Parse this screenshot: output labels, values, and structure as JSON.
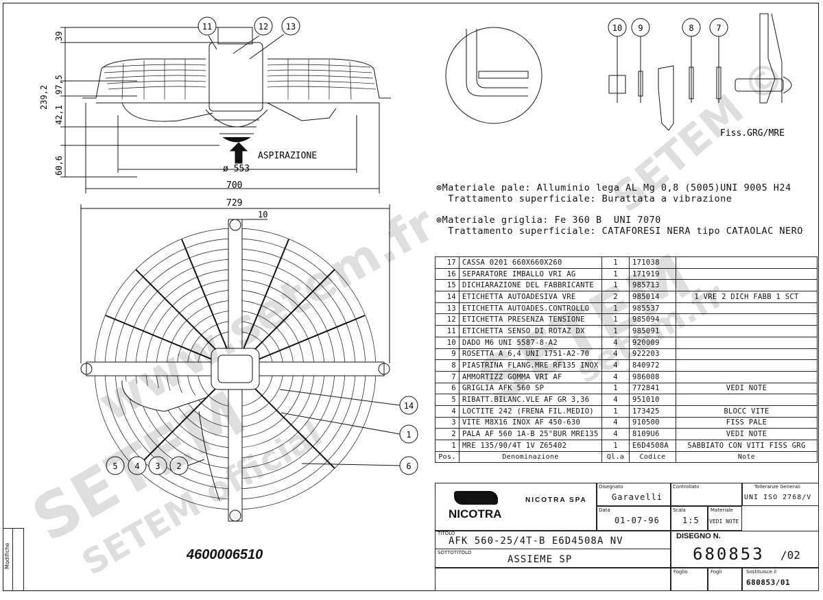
{
  "drawing": {
    "dims": {
      "d39": "39",
      "d239": "239,2",
      "d97": "97,5",
      "d42": "42,1",
      "d60": "60,6",
      "d553": "ø 553",
      "d700": "700",
      "d729": "729",
      "d10": "10"
    },
    "aspiration_label": "ASPIRAZIONE",
    "fixing_label": "Fiss.GRG/MRE",
    "balloons_top": [
      "11",
      "12",
      "13"
    ],
    "balloons_detail": [
      "10",
      "9",
      "8",
      "7"
    ],
    "balloons_front_left": [
      "5",
      "4",
      "3",
      "2"
    ],
    "balloons_front_right": [
      "14",
      "1",
      "6"
    ]
  },
  "notes": [
    "⊗Materiale pale: Alluminio lega AL Mg 0,8 (5005)UNI 9005 H24",
    "  Trattamento superficiale: Burattata a vibrazione",
    "⊗Materiale griglia: Fe 360 B  UNI 7070",
    "  Trattamento superficiale: CATAFORESI NERA tipo CATAOLAC NERO"
  ],
  "bom": {
    "header": {
      "pos": "Pos.",
      "den": "Denominazione",
      "qty": "Ql.a",
      "code": "Codice",
      "notes": "Note"
    },
    "rows": [
      {
        "pos": "17",
        "den": "CASSA 0201 660X660X260",
        "qty": "1",
        "code": "171038",
        "notes": ""
      },
      {
        "pos": "16",
        "den": "SEPARATORE IMBALLO VRI AG",
        "qty": "1",
        "code": "171919",
        "notes": ""
      },
      {
        "pos": "15",
        "den": "DICHIARAZIONE DEL FABBRICANTE",
        "qty": "1",
        "code": "985713",
        "notes": ""
      },
      {
        "pos": "14",
        "den": "ETICHETTA AUTOADESIVA VRE",
        "qty": "2",
        "code": "985014",
        "notes": "1 VRE 2 DICH FABB 1 SCT"
      },
      {
        "pos": "13",
        "den": "ETICHETTA AUTOADES.CONTROLLO",
        "qty": "1",
        "code": "985537",
        "notes": ""
      },
      {
        "pos": "12",
        "den": "ETICHETTA PRESENZA TENSIONE",
        "qty": "1",
        "code": "985094",
        "notes": ""
      },
      {
        "pos": "11",
        "den": "ETICHETTA SENSO DI ROTAZ DX",
        "qty": "1",
        "code": "985091",
        "notes": ""
      },
      {
        "pos": "10",
        "den": "DADO M6 UNI 5587-8-A2",
        "qty": "4",
        "code": "920009",
        "notes": ""
      },
      {
        "pos": "9",
        "den": "ROSETTA A 6,4 UNI 1751-A2-70",
        "qty": "4",
        "code": "922203",
        "notes": ""
      },
      {
        "pos": "8",
        "den": "PIASTRINA FLANG.MRE RF135 INOX",
        "qty": "4",
        "code": "840972",
        "notes": ""
      },
      {
        "pos": "7",
        "den": "AMMORTIZZ GOMMA VRI AF",
        "qty": "4",
        "code": "986008",
        "notes": ""
      },
      {
        "pos": "6",
        "den": "GRIGLIA AFK 560 SP",
        "qty": "1",
        "code": "772841",
        "notes": "VEDI NOTE"
      },
      {
        "pos": "5",
        "den": "RIBATT.BILANC.VLE AF GR 3,36",
        "qty": "4",
        "code": "951010",
        "notes": ""
      },
      {
        "pos": "4",
        "den": "LOCTITE 242 (FRENA FIL.MEDIO)",
        "qty": "1",
        "code": "173425",
        "notes": "BLOCC VITE"
      },
      {
        "pos": "3",
        "den": "VITE M8X16 INOX AF 450-630",
        "qty": "4",
        "code": "910500",
        "notes": "FISS PALE"
      },
      {
        "pos": "2",
        "den": "PALA AF 560 1A-B 25°BUR MRE135",
        "qty": "4",
        "code": "8109U6",
        "notes": "VEDI NOTE"
      },
      {
        "pos": "1",
        "den": "MRE 135/90/4T 1V Z65402",
        "qty": "1",
        "code": "E6D4508A",
        "notes": "SABBIATO CON VITI FISS GRG"
      }
    ]
  },
  "title_block": {
    "company": "NICOTRA SPA",
    "logo_text": "NICOTRA",
    "labels": {
      "designer": "Disegnato",
      "checked": "Controllato",
      "tolerances": "Tolleranze Generali",
      "date": "Data",
      "scale": "Scala",
      "material": "Materiale",
      "title": "TITOLO",
      "subtitle": "SOTTOTITOLO",
      "drawing_no": "DISEGNO N.",
      "sheet": "Foglio",
      "sheets": "Fogli",
      "replaces": "Sostituisce il"
    },
    "designer": "Garavelli",
    "tolerances": "UNI ISO 2768/V",
    "date": "01-07-96",
    "scale": "1:5",
    "material": "VEDI NOTE",
    "title": "AFK 560-25/4T-B E6D4508A NV",
    "subtitle": "ASSIEME SP",
    "drawing_number": "680853",
    "revision": "/02",
    "replaces": "680853/01"
  },
  "left_margin": {
    "modifiche": "Modifiche",
    "part_number": "4600006510"
  },
  "watermarks": [
    "www.setem.fr",
    "SETEM",
    "SETEM",
    "SETEM official",
    "setem.fr",
    "SETEM ©"
  ]
}
